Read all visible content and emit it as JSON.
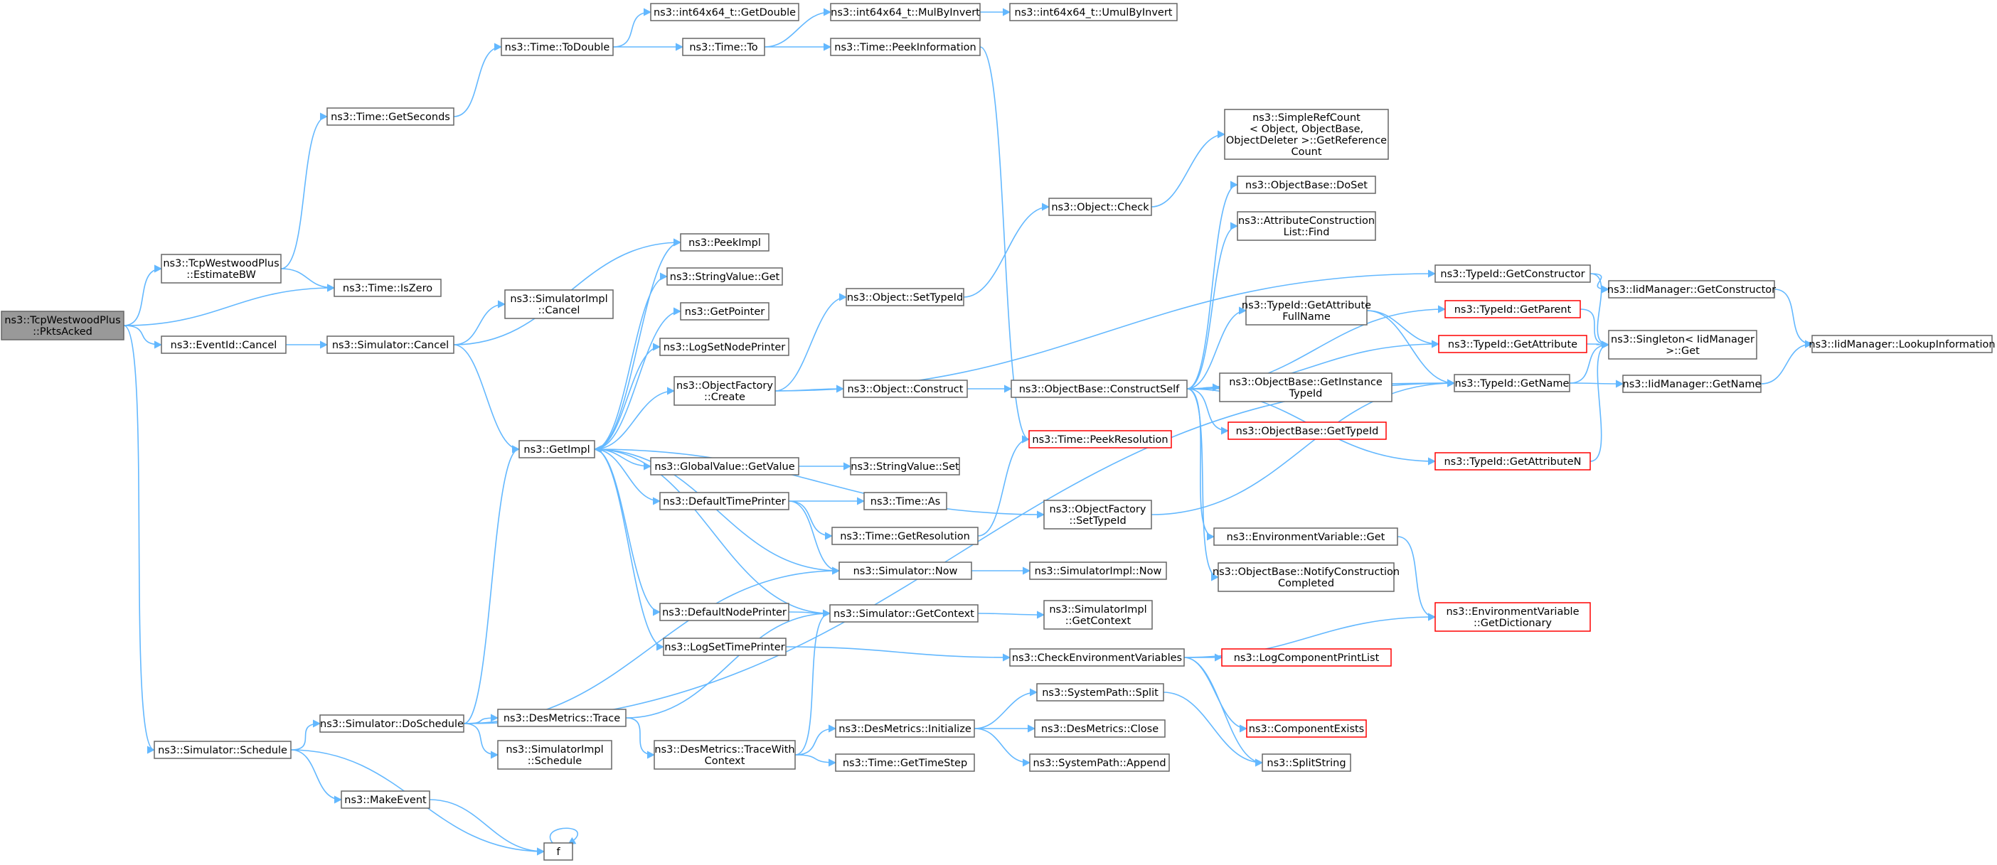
{
  "colors": {
    "edge": "#63b8ff",
    "node_border": "#666666",
    "node_fill": "#ffffff",
    "root_fill": "#999999",
    "root_border": "#666666",
    "truncated_border": "#ff0000"
  },
  "nodes": [
    {
      "id": "root",
      "lines": [
        "ns3::TcpWestwoodPlus",
        "::PktsAcked"
      ],
      "style": "root"
    },
    {
      "id": "estimatebw",
      "lines": [
        "ns3::TcpWestwoodPlus",
        "::EstimateBW"
      ]
    },
    {
      "id": "eventid_cancel",
      "lines": [
        "ns3::EventId::Cancel"
      ]
    },
    {
      "id": "sim_schedule",
      "lines": [
        "ns3::Simulator::Schedule"
      ]
    },
    {
      "id": "time_getseconds",
      "lines": [
        "ns3::Time::GetSeconds"
      ]
    },
    {
      "id": "time_iszero",
      "lines": [
        "ns3::Time::IsZero"
      ]
    },
    {
      "id": "sim_cancel",
      "lines": [
        "ns3::Simulator::Cancel"
      ]
    },
    {
      "id": "simimpl_cancel",
      "lines": [
        "ns3::SimulatorImpl",
        "::Cancel"
      ]
    },
    {
      "id": "sim_doschedule",
      "lines": [
        "ns3::Simulator::DoSchedule"
      ]
    },
    {
      "id": "makeevent",
      "lines": [
        "ns3::MakeEvent"
      ]
    },
    {
      "id": "f",
      "lines": [
        "f"
      ]
    },
    {
      "id": "time_todouble",
      "lines": [
        "ns3::Time::ToDouble"
      ]
    },
    {
      "id": "getimpl",
      "lines": [
        "ns3::GetImpl"
      ]
    },
    {
      "id": "int64_getdouble",
      "lines": [
        "ns3::int64x64_t::GetDouble"
      ]
    },
    {
      "id": "time_to",
      "lines": [
        "ns3::Time::To"
      ]
    },
    {
      "id": "peekimpl",
      "lines": [
        "ns3::PeekImpl"
      ]
    },
    {
      "id": "stringvalue_get",
      "lines": [
        "ns3::StringValue::Get"
      ]
    },
    {
      "id": "getpointer",
      "lines": [
        "ns3::GetPointer"
      ]
    },
    {
      "id": "logsetnodeprinter",
      "lines": [
        "ns3::LogSetNodePrinter"
      ]
    },
    {
      "id": "objectfactory_create",
      "lines": [
        "ns3::ObjectFactory",
        "::Create"
      ]
    },
    {
      "id": "globalvalue_getvalue",
      "lines": [
        "ns3::GlobalValue::GetValue"
      ]
    },
    {
      "id": "defaulttimeprinter",
      "lines": [
        "ns3::DefaultTimePrinter"
      ]
    },
    {
      "id": "defaultnodeprinter",
      "lines": [
        "ns3::DefaultNodePrinter"
      ]
    },
    {
      "id": "logsettimeprinter",
      "lines": [
        "ns3::LogSetTimePrinter"
      ]
    },
    {
      "id": "desmetrics_trace",
      "lines": [
        "ns3::DesMetrics::Trace"
      ]
    },
    {
      "id": "simimpl_schedule",
      "lines": [
        "ns3::SimulatorImpl",
        "::Schedule"
      ]
    },
    {
      "id": "desmetrics_tracewithcontext",
      "lines": [
        "ns3::DesMetrics::TraceWith",
        "Context"
      ]
    },
    {
      "id": "int64_mulbyinvert",
      "lines": [
        "ns3::int64x64_t::MulByInvert"
      ]
    },
    {
      "id": "time_peekinformation",
      "lines": [
        "ns3::Time::PeekInformation"
      ]
    },
    {
      "id": "object_settypeid",
      "lines": [
        "ns3::Object::SetTypeId"
      ]
    },
    {
      "id": "object_construct",
      "lines": [
        "ns3::Object::Construct"
      ]
    },
    {
      "id": "stringvalue_set",
      "lines": [
        "ns3::StringValue::Set"
      ]
    },
    {
      "id": "time_as",
      "lines": [
        "ns3::Time::As"
      ]
    },
    {
      "id": "time_getresolution",
      "lines": [
        "ns3::Time::GetResolution"
      ]
    },
    {
      "id": "sim_now",
      "lines": [
        "ns3::Simulator::Now"
      ]
    },
    {
      "id": "sim_getcontext",
      "lines": [
        "ns3::Simulator::GetContext"
      ]
    },
    {
      "id": "desmetrics_initialize",
      "lines": [
        "ns3::DesMetrics::Initialize"
      ]
    },
    {
      "id": "time_gettimestep",
      "lines": [
        "ns3::Time::GetTimeStep"
      ]
    },
    {
      "id": "int64_umulbyinvert",
      "lines": [
        "ns3::int64x64_t::UmulByInvert"
      ]
    },
    {
      "id": "object_check",
      "lines": [
        "ns3::Object::Check"
      ]
    },
    {
      "id": "objectbase_constructself",
      "lines": [
        "ns3::ObjectBase::ConstructSelf"
      ]
    },
    {
      "id": "time_peekresolution",
      "lines": [
        "ns3::Time::PeekResolution"
      ],
      "style": "truncated"
    },
    {
      "id": "objectfactory_settypeid",
      "lines": [
        "ns3::ObjectFactory",
        "::SetTypeId"
      ]
    },
    {
      "id": "simimpl_now",
      "lines": [
        "ns3::SimulatorImpl::Now"
      ]
    },
    {
      "id": "simimpl_getcontext",
      "lines": [
        "ns3::SimulatorImpl",
        "::GetContext"
      ]
    },
    {
      "id": "checkenvvars",
      "lines": [
        "ns3::CheckEnvironmentVariables"
      ]
    },
    {
      "id": "systempath_split",
      "lines": [
        "ns3::SystemPath::Split"
      ]
    },
    {
      "id": "desmetrics_close",
      "lines": [
        "ns3::DesMetrics::Close"
      ]
    },
    {
      "id": "systempath_append",
      "lines": [
        "ns3::SystemPath::Append"
      ]
    },
    {
      "id": "simplerefcount",
      "lines": [
        "ns3::SimpleRefCount",
        "< Object, ObjectBase,",
        "ObjectDeleter >::GetReference",
        "Count"
      ]
    },
    {
      "id": "objectbase_doset",
      "lines": [
        "ns3::ObjectBase::DoSet"
      ]
    },
    {
      "id": "attrconstructionlist_find",
      "lines": [
        "ns3::AttributeConstruction",
        "List::Find"
      ]
    },
    {
      "id": "typeid_getattributefullname",
      "lines": [
        "ns3::TypeId::GetAttribute",
        "FullName"
      ]
    },
    {
      "id": "objectbase_getinstancetypeid",
      "lines": [
        "ns3::ObjectBase::GetInstance",
        "TypeId"
      ]
    },
    {
      "id": "objectbase_gettypeid",
      "lines": [
        "ns3::ObjectBase::GetTypeId"
      ],
      "style": "truncated"
    },
    {
      "id": "envvar_get",
      "lines": [
        "ns3::EnvironmentVariable::Get"
      ]
    },
    {
      "id": "objectbase_notifyconstructioncompleted",
      "lines": [
        "ns3::ObjectBase::NotifyConstruction",
        "Completed"
      ]
    },
    {
      "id": "logcomponentprintlist",
      "lines": [
        "ns3::LogComponentPrintList"
      ],
      "style": "truncated"
    },
    {
      "id": "componentexists",
      "lines": [
        "ns3::ComponentExists"
      ],
      "style": "truncated"
    },
    {
      "id": "splitstring",
      "lines": [
        "ns3::SplitString"
      ]
    },
    {
      "id": "typeid_getconstructor",
      "lines": [
        "ns3::TypeId::GetConstructor"
      ]
    },
    {
      "id": "typeid_getparent",
      "lines": [
        "ns3::TypeId::GetParent"
      ],
      "style": "truncated"
    },
    {
      "id": "typeid_getattribute",
      "lines": [
        "ns3::TypeId::GetAttribute"
      ],
      "style": "truncated"
    },
    {
      "id": "typeid_getname",
      "lines": [
        "ns3::TypeId::GetName"
      ]
    },
    {
      "id": "typeid_getattributen",
      "lines": [
        "ns3::TypeId::GetAttributeN"
      ],
      "style": "truncated"
    },
    {
      "id": "envvar_getdictionary",
      "lines": [
        "ns3::EnvironmentVariable",
        "::GetDictionary"
      ],
      "style": "truncated"
    },
    {
      "id": "iidmanager_getconstructor",
      "lines": [
        "ns3::IidManager::GetConstructor"
      ]
    },
    {
      "id": "singleton_get",
      "lines": [
        "ns3::Singleton< IidManager",
        ">::Get"
      ]
    },
    {
      "id": "iidmanager_getname",
      "lines": [
        "ns3::IidManager::GetName"
      ]
    },
    {
      "id": "iidmanager_lookupinformation",
      "lines": [
        "ns3::IidManager::LookupInformation"
      ]
    }
  ],
  "edges": [
    [
      "root",
      "estimatebw"
    ],
    [
      "root",
      "time_iszero"
    ],
    [
      "root",
      "eventid_cancel"
    ],
    [
      "root",
      "sim_schedule"
    ],
    [
      "estimatebw",
      "time_getseconds"
    ],
    [
      "estimatebw",
      "time_iszero"
    ],
    [
      "time_getseconds",
      "time_todouble"
    ],
    [
      "time_todouble",
      "int64_getdouble"
    ],
    [
      "time_todouble",
      "time_to"
    ],
    [
      "time_to",
      "int64_mulbyinvert"
    ],
    [
      "time_to",
      "time_peekinformation"
    ],
    [
      "int64_mulbyinvert",
      "int64_umulbyinvert"
    ],
    [
      "time_peekinformation",
      "time_peekresolution"
    ],
    [
      "eventid_cancel",
      "sim_cancel"
    ],
    [
      "sim_cancel",
      "simimpl_cancel"
    ],
    [
      "sim_cancel",
      "peekimpl"
    ],
    [
      "sim_cancel",
      "getimpl"
    ],
    [
      "sim_schedule",
      "sim_doschedule"
    ],
    [
      "sim_schedule",
      "makeevent"
    ],
    [
      "sim_schedule",
      "f"
    ],
    [
      "sim_doschedule",
      "getimpl"
    ],
    [
      "sim_doschedule",
      "desmetrics_trace"
    ],
    [
      "sim_doschedule",
      "simimpl_schedule"
    ],
    [
      "sim_doschedule",
      "sim_now"
    ],
    [
      "sim_doschedule",
      "typeid_getname"
    ],
    [
      "makeevent",
      "f"
    ],
    [
      "f",
      "f"
    ],
    [
      "getimpl",
      "peekimpl"
    ],
    [
      "getimpl",
      "stringvalue_get"
    ],
    [
      "getimpl",
      "getpointer"
    ],
    [
      "getimpl",
      "logsetnodeprinter"
    ],
    [
      "getimpl",
      "objectfactory_create"
    ],
    [
      "getimpl",
      "globalvalue_getvalue"
    ],
    [
      "getimpl",
      "defaulttimeprinter"
    ],
    [
      "getimpl",
      "defaultnodeprinter"
    ],
    [
      "getimpl",
      "logsettimeprinter"
    ],
    [
      "getimpl",
      "objectfactory_settypeid"
    ],
    [
      "objectfactory_create",
      "object_settypeid"
    ],
    [
      "objectfactory_create",
      "object_construct"
    ],
    [
      "objectfactory_create",
      "typeid_getconstructor"
    ],
    [
      "object_settypeid",
      "object_check"
    ],
    [
      "object_check",
      "simplerefcount"
    ],
    [
      "object_construct",
      "objectbase_constructself"
    ],
    [
      "globalvalue_getvalue",
      "stringvalue_set"
    ],
    [
      "defaulttimeprinter",
      "time_as"
    ],
    [
      "defaulttimeprinter",
      "time_getresolution"
    ],
    [
      "defaulttimeprinter",
      "sim_now"
    ],
    [
      "time_getresolution",
      "time_peekresolution"
    ],
    [
      "sim_now",
      "getimpl"
    ],
    [
      "sim_now",
      "simimpl_now"
    ],
    [
      "defaultnodeprinter",
      "sim_getcontext"
    ],
    [
      "sim_getcontext",
      "getimpl"
    ],
    [
      "sim_getcontext",
      "simimpl_getcontext"
    ],
    [
      "logsettimeprinter",
      "checkenvvars"
    ],
    [
      "desmetrics_trace",
      "desmetrics_tracewithcontext"
    ],
    [
      "desmetrics_trace",
      "sim_getcontext"
    ],
    [
      "desmetrics_tracewithcontext",
      "sim_getcontext"
    ],
    [
      "desmetrics_tracewithcontext",
      "desmetrics_initialize"
    ],
    [
      "desmetrics_tracewithcontext",
      "time_gettimestep"
    ],
    [
      "desmetrics_initialize",
      "systempath_split"
    ],
    [
      "desmetrics_initialize",
      "desmetrics_close"
    ],
    [
      "desmetrics_initialize",
      "systempath_append"
    ],
    [
      "systempath_split",
      "splitstring"
    ],
    [
      "checkenvvars",
      "logcomponentprintlist"
    ],
    [
      "checkenvvars",
      "componentexists"
    ],
    [
      "checkenvvars",
      "envvar_getdictionary"
    ],
    [
      "checkenvvars",
      "splitstring"
    ],
    [
      "objectfactory_settypeid",
      "typeid_getname"
    ],
    [
      "objectbase_constructself",
      "objectbase_doset"
    ],
    [
      "objectbase_constructself",
      "attrconstructionlist_find"
    ],
    [
      "objectbase_constructself",
      "typeid_getattributefullname"
    ],
    [
      "objectbase_constructself",
      "objectbase_getinstancetypeid"
    ],
    [
      "objectbase_constructself",
      "objectbase_gettypeid"
    ],
    [
      "objectbase_constructself",
      "envvar_get"
    ],
    [
      "objectbase_constructself",
      "objectbase_notifyconstructioncompleted"
    ],
    [
      "objectbase_constructself",
      "typeid_getparent"
    ],
    [
      "objectbase_constructself",
      "typeid_getattribute"
    ],
    [
      "objectbase_constructself",
      "typeid_getname"
    ],
    [
      "objectbase_constructself",
      "typeid_getattributen"
    ],
    [
      "typeid_getattributefullname",
      "typeid_getattribute"
    ],
    [
      "typeid_getattributefullname",
      "typeid_getname"
    ],
    [
      "envvar_get",
      "envvar_getdictionary"
    ],
    [
      "typeid_getconstructor",
      "iidmanager_getconstructor"
    ],
    [
      "typeid_getconstructor",
      "singleton_get"
    ],
    [
      "typeid_getparent",
      "singleton_get"
    ],
    [
      "typeid_getattribute",
      "singleton_get"
    ],
    [
      "typeid_getname",
      "singleton_get"
    ],
    [
      "typeid_getname",
      "iidmanager_getname"
    ],
    [
      "typeid_getattributen",
      "singleton_get"
    ],
    [
      "iidmanager_getconstructor",
      "iidmanager_lookupinformation"
    ],
    [
      "iidmanager_getname",
      "iidmanager_lookupinformation"
    ]
  ]
}
